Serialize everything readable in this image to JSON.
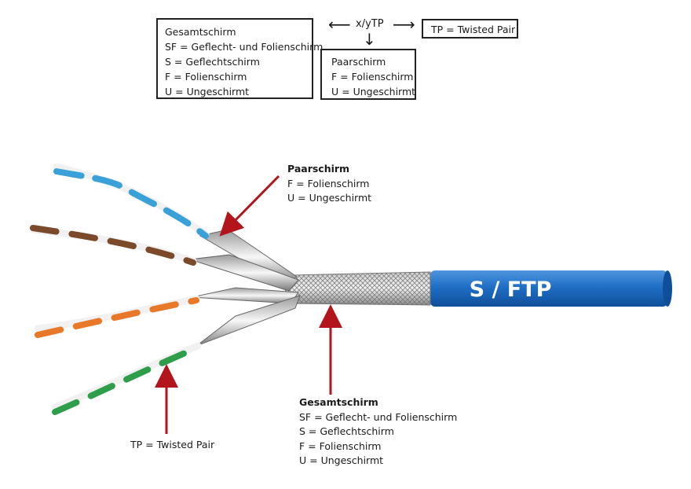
{
  "legend": {
    "overall_box": {
      "title": "Gesamtschirm",
      "lines": [
        "SF = Geflecht- und Folienschirm",
        "S = Geflechtschirm",
        "F = Folienschirm",
        "U = Ungeschirmt"
      ]
    },
    "formula": "x/yTP",
    "pair_box": {
      "title": "Paarschirm",
      "lines": [
        "F = Folienschirm",
        "U = Ungeschirmt"
      ]
    },
    "tp_box": "TP = Twisted Pair"
  },
  "cable": {
    "jacket_label": "S / FTP",
    "jacket_color": "#1f6fc6",
    "pair_colors": [
      "#3aa0d8",
      "#7a4a2a",
      "#e8782a",
      "#2e9e4a"
    ],
    "arrow_color": "#b3151c"
  },
  "annotations": {
    "pair_shield": {
      "title": "Paarschirm",
      "lines": [
        "F = Folienschirm",
        "U = Ungeschirmt"
      ]
    },
    "overall_shield": {
      "title": "Gesamtschirm",
      "lines": [
        "SF = Geflecht- und Folienschirm",
        "S = Geflechtschirm",
        "F = Folienschirm",
        "U = Ungeschirmt"
      ]
    },
    "twisted_pair": "TP = Twisted Pair"
  }
}
